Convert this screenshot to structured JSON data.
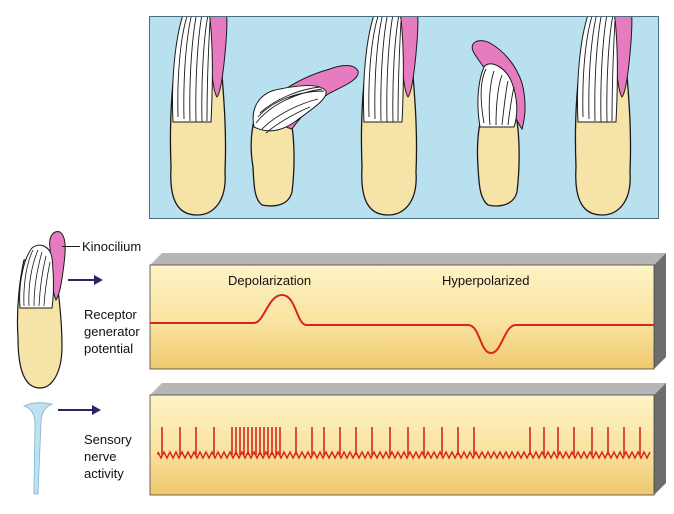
{
  "labels": {
    "kinocilium": "Kinocilium",
    "receptor": [
      "Receptor",
      "generator",
      "potential"
    ],
    "sensory": [
      "Sensory",
      "nerve",
      "activity"
    ],
    "depolarization": "Depolarization",
    "hyperpolarized": "Hyperpolarized"
  },
  "colors": {
    "panel_bg": "#b8e0ef",
    "cell_body": "#f6e3a8",
    "kinocilium": "#e67bc0",
    "trace": "#d8261e",
    "strip_light": "#fdf3c6",
    "strip_dark": "#efc86e",
    "strip_shadow": "#6d6d6d",
    "nerve": "#bfe2f1",
    "arrow": "#2b2568"
  },
  "hair_cells": [
    {
      "bend": "neutral"
    },
    {
      "bend": "toward-kinocilium"
    },
    {
      "bend": "neutral"
    },
    {
      "bend": "away-from-kinocilium"
    },
    {
      "bend": "neutral"
    }
  ],
  "receptor_trace": {
    "baseline": 0,
    "events": [
      {
        "type": "depolarization",
        "direction": "up"
      },
      {
        "type": "hyperpolarization",
        "direction": "down"
      }
    ]
  },
  "nerve_activity": {
    "segments": [
      {
        "rate": "baseline"
      },
      {
        "rate": "high"
      },
      {
        "rate": "baseline"
      },
      {
        "rate": "none"
      },
      {
        "rate": "baseline"
      }
    ]
  }
}
